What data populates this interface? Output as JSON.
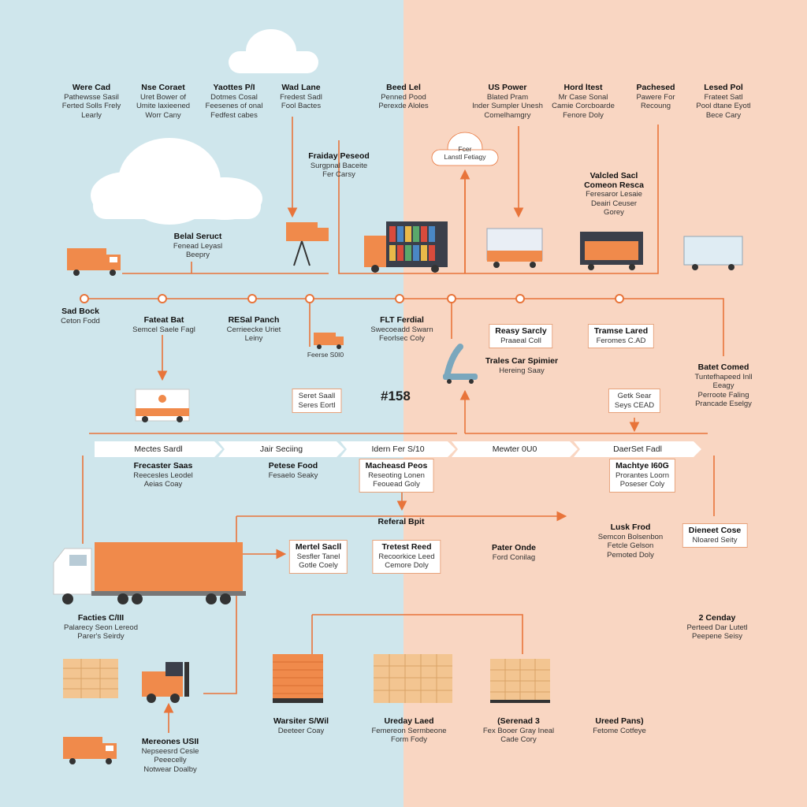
{
  "top_labels": [
    {
      "h": "Were Cad",
      "l2": "Pathewsse Sasil",
      "l3": "Ferted Solls Frely",
      "l4": "Learly"
    },
    {
      "h": "Nse Coraet",
      "l2": "Uret Bower of",
      "l3": "Umite laxieened",
      "l4": "Worr Cany"
    },
    {
      "h": "Yaottes P/I",
      "l2": "Dotmes Cosal",
      "l3": "Feesenes of onal",
      "l4": "Fedfest cabes"
    },
    {
      "h": "Wad Lane",
      "l2": "Fredest Sadl",
      "l3": "Fool Bactes",
      "l4": ""
    },
    {
      "h": "Beed Lel",
      "l2": "Penned Pood",
      "l3": "Perexde Aloles",
      "l4": ""
    },
    {
      "h": "US Power",
      "l2": "Blated Pram",
      "l3": "Inder Sumpler Unesh",
      "l4": "Comelhamgry"
    },
    {
      "h": "Hord ltest",
      "l2": "Mr Case Sonal",
      "l3": "Camie Corcboarde",
      "l4": "Fenore Doly"
    },
    {
      "h": "Pachesed",
      "l2": "Pawere For",
      "l3": "Recoung",
      "l4": ""
    },
    {
      "h": "Lesed Pol",
      "l2": "Frateet Satl",
      "l3": "Pool dtane Eyotl",
      "l4": "Bece Cary"
    }
  ],
  "cloud_label": {
    "l1": "Fcer",
    "l2": "Lanstl Fetiagy"
  },
  "mid_labels": {
    "friday": {
      "h": "Fraiday Peseod",
      "l2": "Surgpnal Baceite",
      "l3": "Fer Carsy"
    },
    "retail": {
      "h": "Belal Seruct",
      "l2": "Fenead Leyasl",
      "l3": "Beepry"
    },
    "validet": {
      "h": "Valcled Sacl",
      "l2": "Comeon Resca",
      "l3": "Feresaror Lesaie",
      "l4": "Deairi Ceuser",
      "l5": "Gorey"
    },
    "sad": {
      "h": "Sad Bock",
      "l2": "Ceton Fodd"
    },
    "fatest": {
      "h": "Fateat Bat",
      "l2": "Semcel Saele Fagl"
    },
    "resal": {
      "h": "RESal Panch",
      "l2": "Cerrieecke Uriet",
      "l3": "Leiny"
    },
    "flt": {
      "h": "FLT Ferdial",
      "l2": "Swecoeadd Swarn",
      "l3": "Feorlsec Coly"
    },
    "fense": {
      "h": "Feerse S0I0"
    },
    "seret": {
      "h": "Seret Saall",
      "l2": "Seres Eortl"
    },
    "badge": "#158",
    "reasy": {
      "h": "Reasy Sarcly",
      "l2": "Praaeal Coll"
    },
    "trames": {
      "h": "Tramse Lared",
      "l2": "Feromes C.AD"
    },
    "trules": {
      "h": "Trales Car Spimier",
      "l2": "Hereing Saay"
    },
    "getic": {
      "h": "Getk Sear",
      "l2": "Seys CEAD"
    },
    "batet": {
      "h": "Batet Comed",
      "l2": "Tuntefhapeed Inll",
      "l3": "Eeagy",
      "l4": "Perroote Faling",
      "l5": "Prancade Eselgy"
    }
  },
  "chevrons": [
    "Mectes Sardl",
    "Jair Seciing",
    "Idern Fer S/10",
    "Mewter 0U0",
    "DaerSet Fadl"
  ],
  "lower_labels": {
    "frecaster": {
      "h": "Frecaster Saas",
      "l2": "Reecesles Leodel",
      "l3": "Aeias Coay"
    },
    "petse": {
      "h": "Petese Food",
      "l2": "Fesaelo Seaky"
    },
    "machesd": {
      "h": "Macheasd Peos",
      "l2": "Reseoting Lonen",
      "l3": "Feouead Goly"
    },
    "machtye": {
      "h": "Machtye I60G",
      "l2": "Prorantes Loorn",
      "l3": "Poseser Coly"
    },
    "referal": {
      "h": "Referal Bpit"
    },
    "mertel": {
      "h": "Mertel Sacll",
      "l2": "Sesfler Tanel",
      "l3": "Gotle Coely"
    },
    "tretest": {
      "h": "Tretest Reed",
      "l2": "Recoorkice Leed",
      "l3": "Cemore Doly"
    },
    "pater": {
      "h": "Pater Onde",
      "l2": "Ford Conilag"
    },
    "lusk": {
      "h": "Lusk Frod",
      "l2": "Semcon Bolsenbon",
      "l3": "Fetcle Gelson",
      "l4": "Pemoted Doly"
    },
    "dieneet": {
      "h": "Dieneet Cose",
      "l2": "Nloared Seity"
    },
    "facties": {
      "h": "Facties C/III",
      "l2": "Palarecy Seon Lereod",
      "l3": "Parer's Seirdy"
    },
    "cxday": {
      "h": "2 Cenday",
      "l2": "Perteed Dar Lutetl",
      "l3": "Peepene Seisy"
    },
    "warsiter": {
      "h": "Warsiter S/Wil",
      "l2": "Deeteer Coay"
    },
    "ureday": {
      "h": "Ureday Laed",
      "l2": "Femereon Sermbeone",
      "l3": "Form Fody"
    },
    "serenad": {
      "h": "(Serenad 3",
      "l2": "Fex Booer Gray Ineal",
      "l3": "Cade Cory"
    },
    "ureed": {
      "h": "Ureed Pans)",
      "l2": "Fetome Cotfeye"
    },
    "mereones": {
      "h": "Mereones USII",
      "l2": "Nepseesrd Cesle",
      "l3": "Peeecelly",
      "l4": "Notwear Doalby"
    }
  },
  "colors": {
    "orange": "#f08a4b",
    "line": "#e8743a",
    "left_bg": "#cfe6ec",
    "right_bg": "#f9d6c2"
  }
}
